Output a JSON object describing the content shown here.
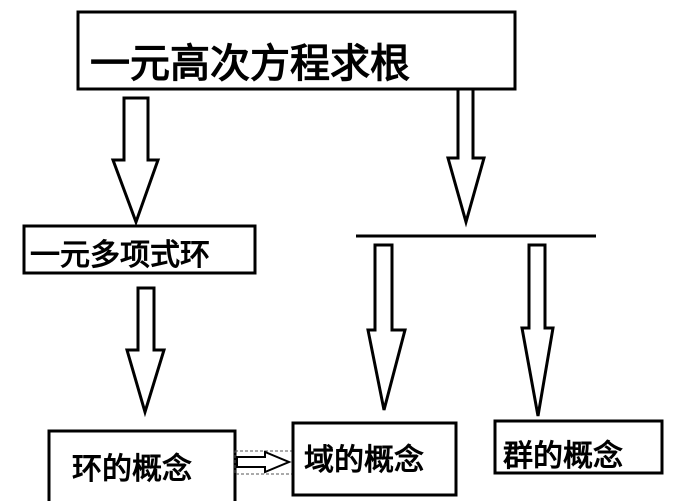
{
  "diagram": {
    "nodes": {
      "root": "一元高次方程求根",
      "poly_ring": "一元多项式环",
      "ring_concept": "环的概念",
      "field_concept": "域的概念",
      "group_concept": "群的概念"
    },
    "colors": {
      "stroke": "#000000",
      "fill": "#ffffff",
      "dashed_selection": "#555555"
    }
  }
}
